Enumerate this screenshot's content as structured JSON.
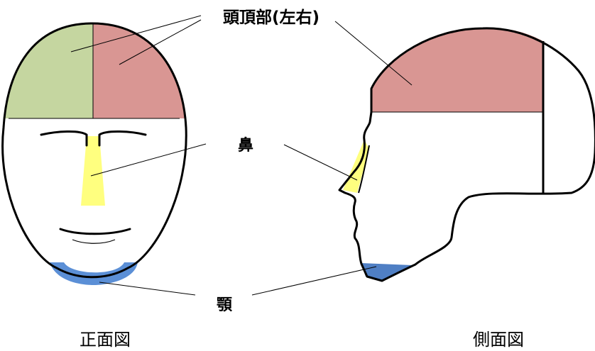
{
  "labels": {
    "crown": "頭頂部(左右)",
    "nose": "鼻",
    "jaw": "顎"
  },
  "captions": {
    "front_view": "正面図",
    "side_view": "側面図"
  },
  "colors": {
    "crown_left": "#c5d6a0",
    "crown_right": "#d99693",
    "nose": "#ffff7f",
    "jaw_front": "#5b8fd6",
    "jaw_side": "#4f7fc4",
    "outline": "#000000"
  }
}
